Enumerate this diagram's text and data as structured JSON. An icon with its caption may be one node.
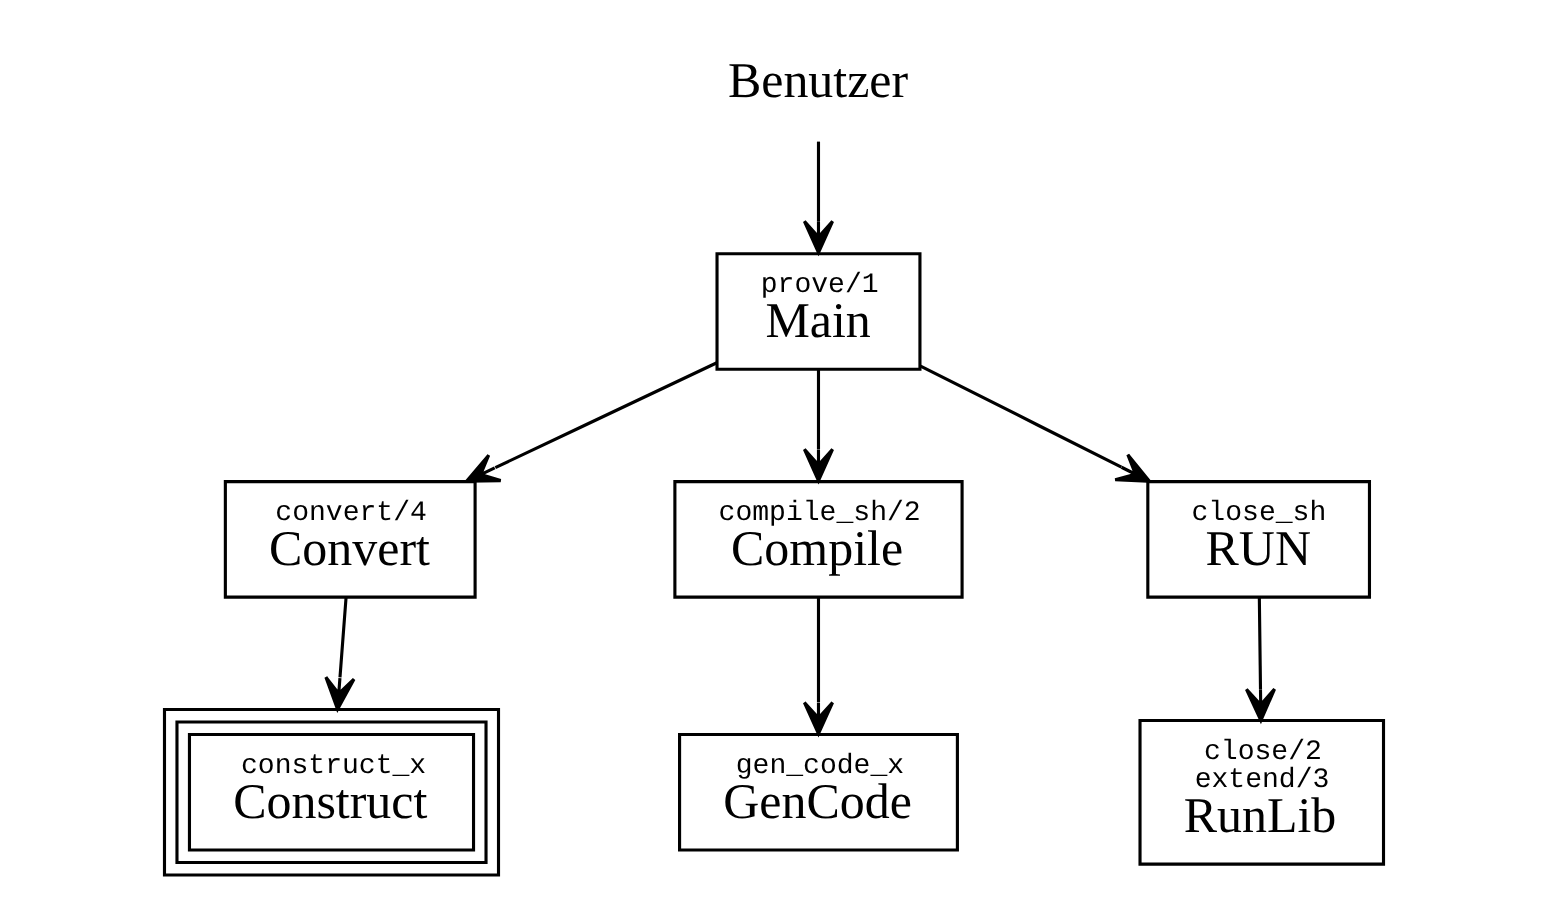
{
  "diagram": {
    "nodes": [
      {
        "text": [
          "Benutzer"
        ]
      },
      {
        "text": [
          "prove/1",
          "Main"
        ]
      },
      {
        "text": [
          "convert/4",
          "Convert"
        ]
      },
      {
        "text": [
          "compile_sh/2",
          "Compile"
        ]
      },
      {
        "text": [
          "close_sh",
          "RUN"
        ]
      },
      {
        "text": [
          "construct_x",
          "Construct"
        ]
      },
      {
        "text": [
          "gen_code_x",
          "GenCode"
        ]
      },
      {
        "text": [
          "close/2",
          "extend/3",
          "RunLib"
        ]
      }
    ],
    "edges": [
      {
        "from": 0,
        "to": 1,
        "arrow": "to"
      },
      {
        "from": 1,
        "to": 2,
        "arrow": "to"
      },
      {
        "from": 1,
        "to": 3,
        "arrow": "to"
      },
      {
        "from": 1,
        "to": 4,
        "arrow": "to"
      },
      {
        "from": 2,
        "to": 5,
        "arrow": "to"
      },
      {
        "from": 3,
        "to": 6,
        "arrow": "to"
      },
      {
        "from": 4,
        "to": 7,
        "arrow": "to"
      }
    ]
  }
}
